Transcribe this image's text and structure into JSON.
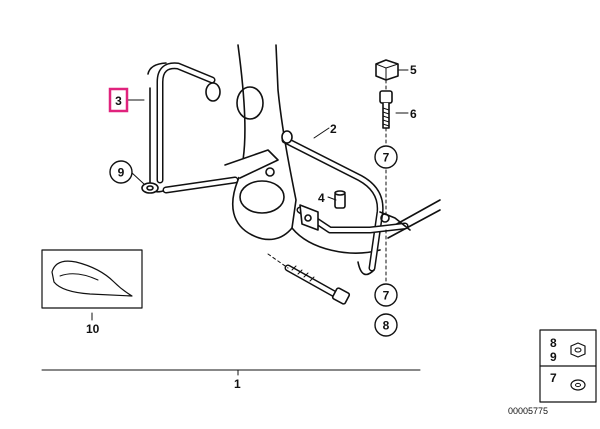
{
  "diagram": {
    "callouts": {
      "c1": "1",
      "c2": "2",
      "c3": "3",
      "c4": "4",
      "c5": "5",
      "c6": "6",
      "c7a": "7",
      "c7b": "7",
      "c8": "8",
      "c9": "9",
      "c10": "10"
    },
    "legend": {
      "top_row1": "8",
      "top_row2": "9",
      "bottom_row": "7"
    },
    "reference_number": "00005775",
    "colors": {
      "highlight_box": "#e0237d",
      "line": "#111111"
    }
  }
}
